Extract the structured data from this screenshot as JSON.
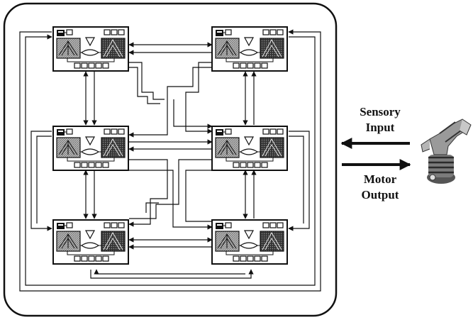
{
  "labels": {
    "sensory": [
      "Sensory",
      "Input"
    ],
    "motor": [
      "Motor",
      "Output"
    ]
  },
  "colors": {
    "ink": "#111111",
    "panel": "#ffffff",
    "robot_metal": "#8f8f8f",
    "robot_dark": "#2b2b2b"
  },
  "modules": [
    {
      "id": "top-left"
    },
    {
      "id": "top-right"
    },
    {
      "id": "middle-left"
    },
    {
      "id": "middle-right"
    },
    {
      "id": "bottom-left"
    },
    {
      "id": "bottom-right"
    }
  ],
  "icons": [
    "robot-arm-icon",
    "module-block-icon"
  ]
}
